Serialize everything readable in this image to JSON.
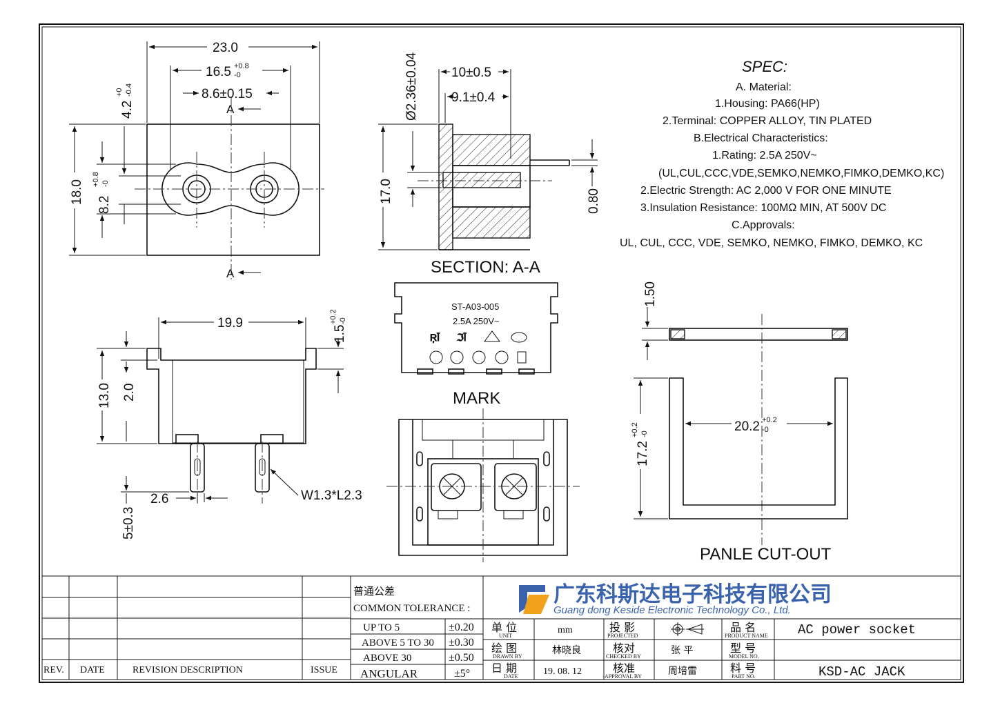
{
  "front_view": {
    "dim_width": "23.0",
    "dim_holes_outer": "16.5",
    "dim_holes_outer_tol_up": "+0.8",
    "dim_holes_outer_tol_low": "-0",
    "dim_holes_center": "8.6±0.15",
    "dim_top_offset": "4.2",
    "dim_top_offset_tol_up": "+0",
    "dim_top_offset_tol_low": "-0.4",
    "dim_height": "18.0",
    "dim_hole_height": "8.2",
    "dim_hole_height_tol_up": "+0.8",
    "dim_hole_height_tol_low": "-0",
    "section_mark_top": "A",
    "section_mark_bottom": "A"
  },
  "section_view": {
    "title": "SECTION: A-A",
    "dim_pin_dia": "Ø2.36±0.04",
    "dim_depth_outer": "10±0.5",
    "dim_depth_inner": "9.1±0.4",
    "dim_height": "17.0",
    "dim_terminal": "0.80"
  },
  "spec": {
    "title": "SPEC:",
    "lines": [
      "A. Material:",
      "1.Housing: PA66(HP)",
      "2.Terminal: COPPER ALLOY, TIN PLATED",
      "B.Electrical Characteristics:",
      "1.Rating:  2.5A 250V~",
      "(UL,CUL,CCC,VDE,SEMKO,NEMKO,FIMKO,DEMKO,KC)",
      "2.Electric Strength: AC 2,000 V FOR ONE MINUTE",
      "3.Insulation Resistance: 100MΩ MIN, AT 500V DC",
      "C.Approvals:",
      "UL, CUL, CCC, VDE, SEMKO, NEMKO, FIMKO, DEMKO, KC"
    ]
  },
  "side_view": {
    "dim_width": "19.9",
    "dim_flange": "1.5",
    "dim_flange_tol_up": "+0.2",
    "dim_flange_tol_low": "-0",
    "dim_height": "13.0",
    "dim_lip": "2.0",
    "dim_pin_pitch": "2.6",
    "dim_pin_length": "5±0.3",
    "dim_pin_size": "W1.3*L2.3"
  },
  "mark_view": {
    "model": "ST-A03-005",
    "rating": "2.5A 250V~",
    "title": "MARK"
  },
  "cutout_view": {
    "dim_thickness": "1.50",
    "dim_width": "20.2",
    "dim_width_tol_up": "+0.2",
    "dim_width_tol_low": "-0",
    "dim_height": "17.2",
    "dim_height_tol_up": "+0.2",
    "dim_height_tol_low": "-0",
    "title": "PANLE CUT-OUT"
  },
  "title_block": {
    "revision_headers": [
      "REV.",
      "DATE",
      "REVISION  DESCRIPTION",
      "ISSUE"
    ],
    "tolerance_title_cn": "普通公差",
    "tolerance_title_en": "COMMON TOLERANCE :",
    "tolerances": [
      {
        "range": "UP TO 5",
        "value": "±0.20"
      },
      {
        "range": "ABOVE 5 TO 30",
        "value": "±0.30"
      },
      {
        "range": "ABOVE 30",
        "value": "±0.50"
      },
      {
        "range": "ANGULAR",
        "value": "±5°"
      }
    ],
    "company_cn": "广东科斯达电子科技有限公司",
    "company_en": "Guang dong Keside  Electronic Technology Co., Ltd.",
    "unit_label_cn": "单 位",
    "unit_label_en": "UNIT",
    "unit_value": "mm",
    "projected_label_cn": "投 影",
    "projected_label_en": "PROJECTED",
    "product_label_cn": "品 名",
    "product_label_en": "PRODUCT NAME",
    "product_value": "AC power socket",
    "drawn_label_cn": "绘 图",
    "drawn_label_en": "DRAWN BY",
    "drawn_value": "林晓良",
    "checked_label_cn": "核对",
    "checked_label_en": "CHECKED BY",
    "checked_value": "张 平",
    "model_label_cn": "型 号",
    "model_label_en": "MODEL NO.",
    "model_value": "",
    "date_label_cn": "日 期",
    "date_label_en": "DATE",
    "date_value": "19. 08. 12",
    "approval_label_cn": "核准",
    "approval_label_en": "APPROVAL BY",
    "approval_value": "周培雷",
    "part_label_cn": "料 号",
    "part_label_en": "PART NO.",
    "part_value": "KSD-AC JACK"
  }
}
